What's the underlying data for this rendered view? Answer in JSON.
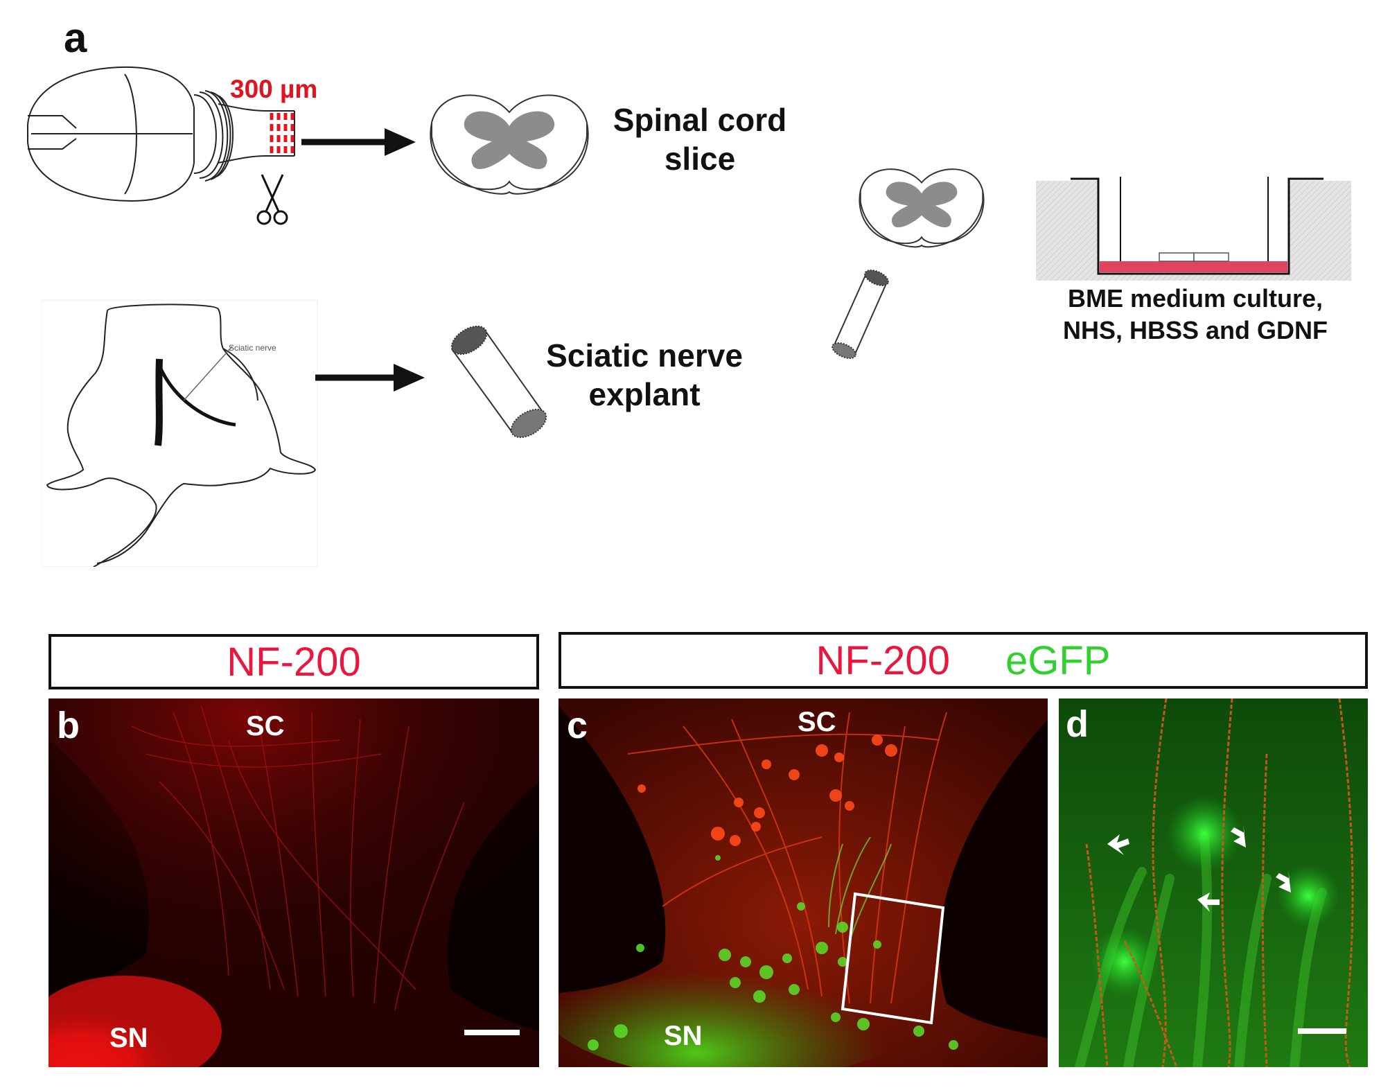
{
  "panels": {
    "a": {
      "letter": "a",
      "slice_thickness": "300 µm",
      "spinal_cord_label_line1": "Spinal cord",
      "spinal_cord_label_line2": "slice",
      "sciatic_label_line1": "Sciatic nerve",
      "sciatic_label_line2": "explant",
      "rat_annotation": "Sciatic nerve",
      "culture_label_line1": "BME medium culture,",
      "culture_label_line2": "NHS, HBSS and GDNF"
    },
    "b": {
      "letter": "b",
      "header": "NF-200",
      "top_label": "SC",
      "bottom_label": "SN"
    },
    "c": {
      "letter": "c",
      "header_marker1": "NF-200",
      "header_marker2": "eGFP",
      "top_label": "SC",
      "bottom_label": "SN"
    },
    "d": {
      "letter": "d"
    }
  },
  "colors": {
    "nf200": "#e8173f",
    "egfp": "#2fd12f",
    "slice_thickness": "#e0141f",
    "medium": "#e0445f"
  }
}
